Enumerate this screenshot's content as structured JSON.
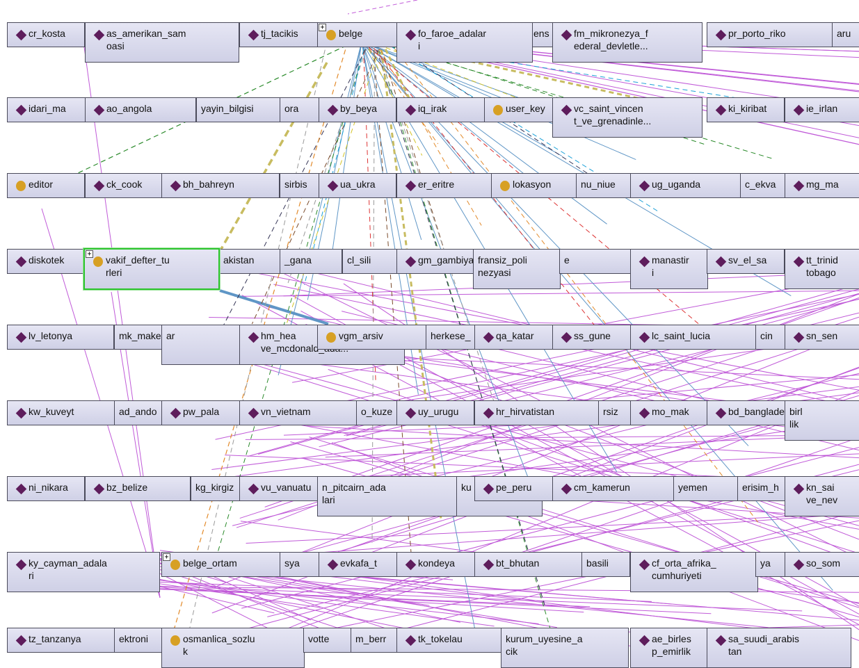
{
  "colors": {
    "individual_icon": "#5e1d5c",
    "class_icon": "#d7a024",
    "selected_border": "#2ec42e",
    "edge_purple": "#c05ad8",
    "edge_blue": "#5f96c6"
  },
  "nodes": [
    {
      "id": "n0",
      "label": "cr_kosta",
      "kind": "individual"
    },
    {
      "id": "n1",
      "label": "as_amerikan_sam\noasi",
      "kind": "individual"
    },
    {
      "id": "n2",
      "label": "tj_tacikis",
      "kind": "individual"
    },
    {
      "id": "n3",
      "label": "belge",
      "kind": "class",
      "expandable": true
    },
    {
      "id": "n4",
      "label": "ens",
      "kind": "text"
    },
    {
      "id": "n5",
      "label": "fo_faroe_adalar\ni",
      "kind": "individual"
    },
    {
      "id": "n6",
      "label": "fm_mikronezya_f\nederal_devletle...",
      "kind": "individual"
    },
    {
      "id": "n7",
      "label": "pr_porto_riko",
      "kind": "individual"
    },
    {
      "id": "n8",
      "label": "aru",
      "kind": "text"
    },
    {
      "id": "n9",
      "label": "idari_ma",
      "kind": "individual"
    },
    {
      "id": "n10",
      "label": "ao_angola",
      "kind": "individual"
    },
    {
      "id": "n11",
      "label": "yayin_bilgisi",
      "kind": "text"
    },
    {
      "id": "n12",
      "label": "ora",
      "kind": "text"
    },
    {
      "id": "n13",
      "label": "by_beya",
      "kind": "individual"
    },
    {
      "id": "n14",
      "label": "iq_irak",
      "kind": "individual"
    },
    {
      "id": "n15",
      "label": "user_key",
      "kind": "class"
    },
    {
      "id": "n16",
      "label": "vc_saint_vincen\nt_ve_grenadinle...",
      "kind": "individual"
    },
    {
      "id": "n17",
      "label": "ki_kiribat",
      "kind": "individual"
    },
    {
      "id": "n18",
      "label": "ie_irlan",
      "kind": "individual"
    },
    {
      "id": "n19",
      "label": "editor",
      "kind": "class"
    },
    {
      "id": "n20",
      "label": "ck_cook",
      "kind": "individual"
    },
    {
      "id": "n21",
      "label": "bh_bahreyn",
      "kind": "individual"
    },
    {
      "id": "n22",
      "label": "sirbis",
      "kind": "text"
    },
    {
      "id": "n23",
      "label": "ua_ukra",
      "kind": "individual"
    },
    {
      "id": "n24",
      "label": "er_eritre",
      "kind": "individual"
    },
    {
      "id": "n25",
      "label": "lokasyon",
      "kind": "class"
    },
    {
      "id": "n26",
      "label": "nu_niue",
      "kind": "text"
    },
    {
      "id": "n27",
      "label": "ug_uganda",
      "kind": "individual"
    },
    {
      "id": "n28",
      "label": "c_ekva",
      "kind": "text"
    },
    {
      "id": "n29",
      "label": "mg_ma",
      "kind": "individual"
    },
    {
      "id": "n30",
      "label": "diskotek",
      "kind": "individual"
    },
    {
      "id": "n31",
      "label": "vakif_defter_tu\nrleri",
      "kind": "class",
      "expandable": true,
      "selected": true
    },
    {
      "id": "n32",
      "label": "akistan",
      "kind": "text"
    },
    {
      "id": "n33",
      "label": "_gana",
      "kind": "text"
    },
    {
      "id": "n34",
      "label": "cl_sili",
      "kind": "text"
    },
    {
      "id": "n35",
      "label": "gm_gambiya",
      "kind": "individual"
    },
    {
      "id": "n36",
      "label": "fransiz_poli\nnezyasi",
      "kind": "text"
    },
    {
      "id": "n37",
      "label": "e",
      "kind": "text"
    },
    {
      "id": "n38",
      "label": "manastir\ni",
      "kind": "individual"
    },
    {
      "id": "n39",
      "label": "sv_el_sa",
      "kind": "individual"
    },
    {
      "id": "n40",
      "label": "tt_trinid\ntobago",
      "kind": "individual"
    },
    {
      "id": "n41",
      "label": "lv_letonya",
      "kind": "individual"
    },
    {
      "id": "n42",
      "label": "mk_makedonya",
      "kind": "text"
    },
    {
      "id": "n43",
      "label": "ar",
      "kind": "text"
    },
    {
      "id": "n44",
      "label": "hm_hea\nve_mcdonald_ada...",
      "kind": "individual"
    },
    {
      "id": "n45",
      "label": "vgm_arsiv",
      "kind": "class"
    },
    {
      "id": "n46",
      "label": "herkese_",
      "kind": "text"
    },
    {
      "id": "n47",
      "label": "qa_katar",
      "kind": "individual"
    },
    {
      "id": "n48",
      "label": "ss_gune",
      "kind": "individual"
    },
    {
      "id": "n49",
      "label": "lc_saint_lucia",
      "kind": "individual"
    },
    {
      "id": "n50",
      "label": "cin",
      "kind": "text"
    },
    {
      "id": "n51",
      "label": "sn_sen",
      "kind": "individual"
    },
    {
      "id": "n52",
      "label": "kw_kuveyt",
      "kind": "individual"
    },
    {
      "id": "n53",
      "label": "ad_ando",
      "kind": "text"
    },
    {
      "id": "n54",
      "label": "pw_pala",
      "kind": "individual"
    },
    {
      "id": "n55",
      "label": "vn_vietnam",
      "kind": "individual"
    },
    {
      "id": "n56",
      "label": "o_kuze",
      "kind": "text"
    },
    {
      "id": "n57",
      "label": "uy_urugu",
      "kind": "individual"
    },
    {
      "id": "n58",
      "label": "hr_hirvatistan",
      "kind": "individual"
    },
    {
      "id": "n59",
      "label": "rsiz",
      "kind": "text"
    },
    {
      "id": "n60",
      "label": "mo_mak",
      "kind": "individual"
    },
    {
      "id": "n61",
      "label": "bd_banglades",
      "kind": "individual"
    },
    {
      "id": "n62",
      "label": "birl\nlik",
      "kind": "text"
    },
    {
      "id": "n63",
      "label": "ni_nikara",
      "kind": "individual"
    },
    {
      "id": "n64",
      "label": "bz_belize",
      "kind": "individual"
    },
    {
      "id": "n65",
      "label": "kg_kirgiz",
      "kind": "text"
    },
    {
      "id": "n66",
      "label": "vu_vanuatu",
      "kind": "individual"
    },
    {
      "id": "n67",
      "label": "n_pitcairn_ada\nlari",
      "kind": "text"
    },
    {
      "id": "n68",
      "label": "ku",
      "kind": "text"
    },
    {
      "id": "n69",
      "label": "pe_peru",
      "kind": "individual"
    },
    {
      "id": "n70",
      "label": "cm_kamerun",
      "kind": "individual"
    },
    {
      "id": "n71",
      "label": "yemen",
      "kind": "text"
    },
    {
      "id": "n72",
      "label": "erisim_h",
      "kind": "text"
    },
    {
      "id": "n73",
      "label": "kn_sai\nve_nev",
      "kind": "individual"
    },
    {
      "id": "n74",
      "label": "ky_cayman_adala\nri",
      "kind": "individual"
    },
    {
      "id": "n75",
      "label": "belge_ortam",
      "kind": "class",
      "expandable": true
    },
    {
      "id": "n76",
      "label": "sya",
      "kind": "text"
    },
    {
      "id": "n77",
      "label": "evkafa_t",
      "kind": "individual"
    },
    {
      "id": "n78",
      "label": "kondeya",
      "kind": "individual"
    },
    {
      "id": "n79",
      "label": "bt_bhutan",
      "kind": "individual"
    },
    {
      "id": "n80",
      "label": "basili",
      "kind": "text"
    },
    {
      "id": "n81",
      "label": "cf_orta_afrika_\ncumhuriyeti",
      "kind": "individual"
    },
    {
      "id": "n82",
      "label": "ya",
      "kind": "text"
    },
    {
      "id": "n83",
      "label": "so_som",
      "kind": "individual"
    },
    {
      "id": "n84",
      "label": "tz_tanzanya",
      "kind": "individual"
    },
    {
      "id": "n85",
      "label": "ektroni",
      "kind": "text"
    },
    {
      "id": "n86",
      "label": "osmanlica_sozlu\nk",
      "kind": "class"
    },
    {
      "id": "n87",
      "label": "votte",
      "kind": "text"
    },
    {
      "id": "n88",
      "label": "m_berr",
      "kind": "text"
    },
    {
      "id": "n89",
      "label": "tk_tokelau",
      "kind": "individual"
    },
    {
      "id": "n90",
      "label": "kurum_uyesine_a\ncik",
      "kind": "text"
    },
    {
      "id": "n91",
      "label": "ae_birles\np_emirlik",
      "kind": "individual"
    },
    {
      "id": "n92",
      "label": "sa_suudi_arabis\ntan",
      "kind": "individual"
    }
  ]
}
